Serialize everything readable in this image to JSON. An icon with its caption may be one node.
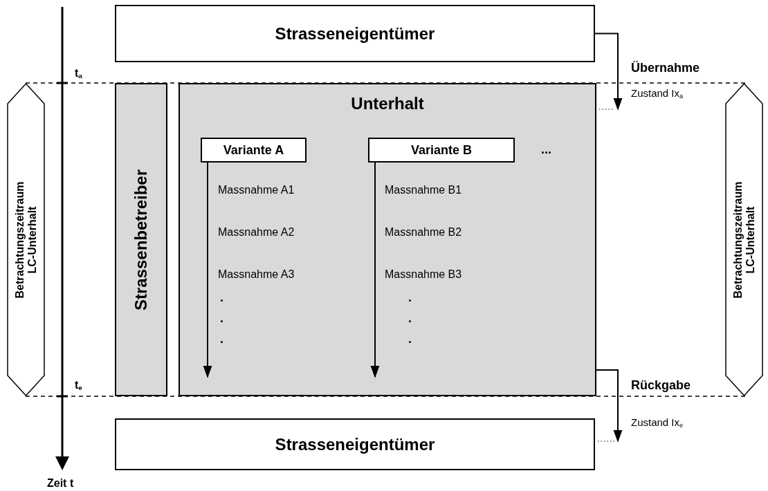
{
  "diagram": {
    "nodes": [
      {
        "text": [
          "Strasseneigentümer"
        ]
      },
      {
        "text": [
          "Betrachtungszeitraum LC-Unterhalt"
        ]
      },
      {
        "text": [
          "Strassenbetreiber"
        ]
      },
      {
        "text": [
          "Unterhalt"
        ]
      },
      {
        "text": [
          "Variante A"
        ],
        "in": 3
      },
      {
        "text": [
          "Variante B"
        ],
        "in": 3
      },
      {
        "text": [
          "Betrachtungszeitraum LC-Unterhalt"
        ]
      },
      {
        "text": [
          "Strasseneigentümer"
        ]
      }
    ],
    "edges": [
      {
        "from": 4,
        "to": null,
        "arrow": "to"
      },
      {
        "from": 5,
        "to": null,
        "arrow": "to"
      },
      {
        "from": 0,
        "to": 3,
        "arrow": "to"
      },
      {
        "from": 3,
        "to": 7,
        "arrow": "to"
      }
    ],
    "labels": [
      "t$_{a}$",
      "Übernahme",
      "Zustand Ix$_{a}$",
      "...",
      "Massnahme A1",
      "Massnahme B1",
      "Massnahme A2",
      "Massnahme B2",
      "Massnahme A3",
      "Massnahme B3",
      ".",
      ".",
      ".",
      ".",
      ".",
      ".",
      "t$_{e}$",
      "Rückgabe",
      "Zustand Ix$_{e}$",
      "Zeit t"
    ]
  }
}
